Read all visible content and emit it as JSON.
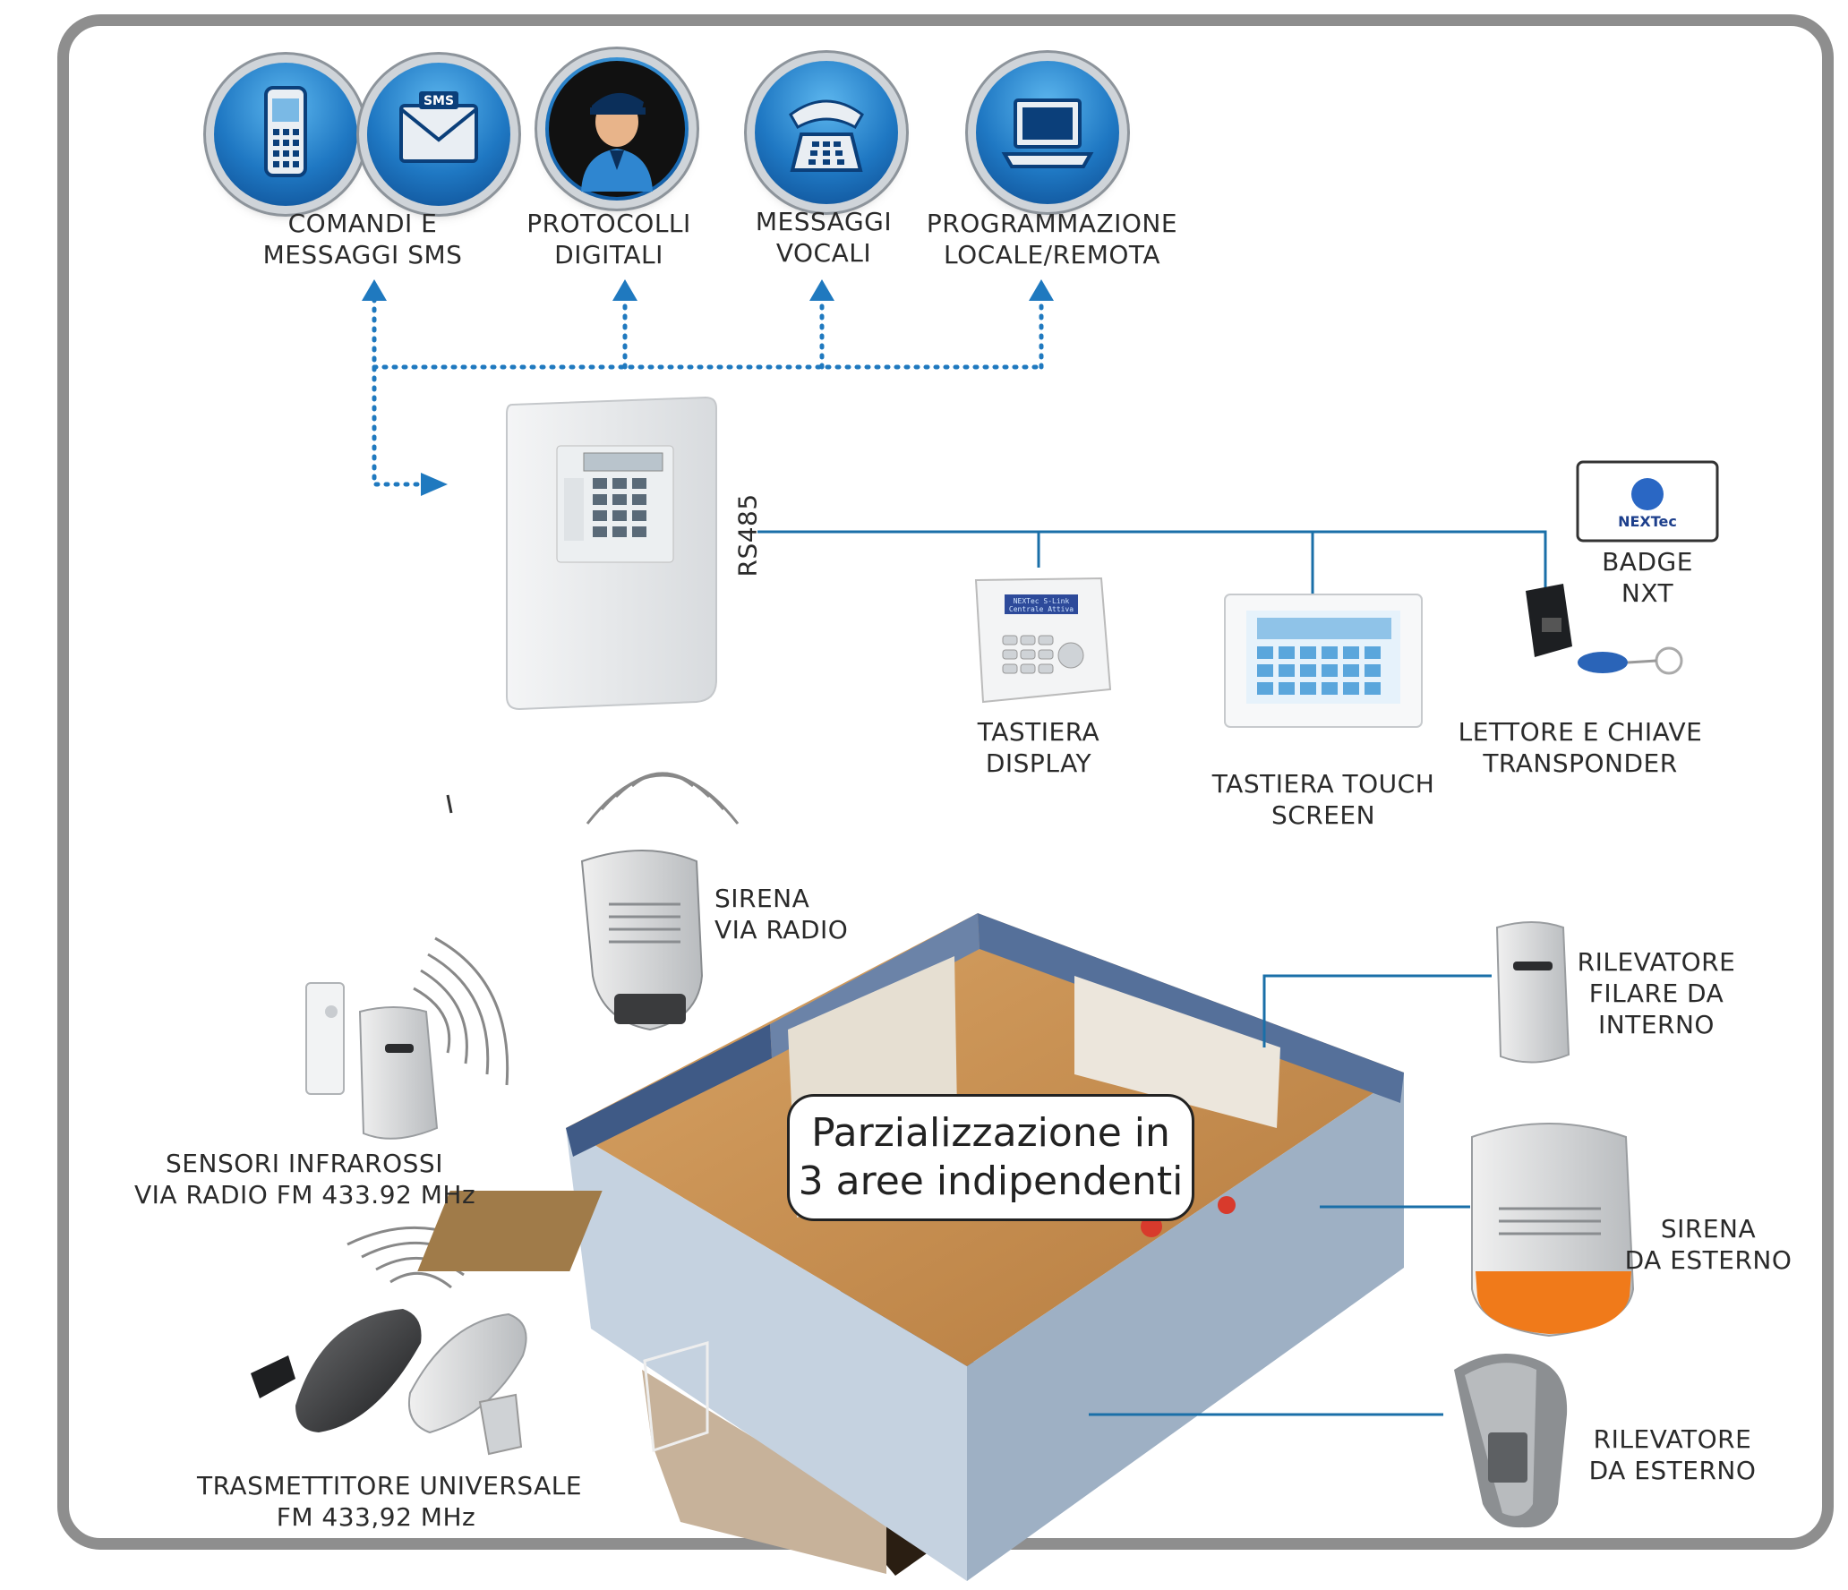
{
  "channels": {
    "sms": {
      "line1": "COMANDI E",
      "line2": "MESSAGGI SMS"
    },
    "digital": {
      "line1": "PROTOCOLLI",
      "line2": "DIGITALI"
    },
    "voice": {
      "line1": "MESSAGGI",
      "line2": "VOCALI"
    },
    "programming": {
      "line1": "PROGRAMMAZIONE",
      "line2": "LOCALE/REMOTA"
    }
  },
  "icons": [
    "mobile-phone-icon",
    "sms-envelope-icon",
    "security-guard-icon",
    "telephone-icon",
    "laptop-icon"
  ],
  "bus": {
    "label": "RS485"
  },
  "devices": {
    "keypad_display": {
      "line1": "TASTIERA",
      "line2": "DISPLAY"
    },
    "keypad_touch": {
      "line1": "TASTIERA TOUCH",
      "line2": "SCREEN"
    },
    "badge": {
      "line1": "BADGE",
      "line2": "NXT",
      "logo": "NEXTec"
    },
    "reader": {
      "line1": "LETTORE E CHIAVE",
      "line2": "TRANSPONDER"
    },
    "keypad_screen": {
      "line1": "NEXTec S-Link",
      "line2": "Centrale Attiva"
    }
  },
  "wireless": {
    "siren_radio": {
      "line1": "SIRENA",
      "line2": "VIA RADIO"
    },
    "ir_sensors": {
      "line1": "SENSORI INFRAROSSI",
      "line2": "VIA RADIO FM 433.92 MHz"
    },
    "transmitter": {
      "line1": "TRASMETTITORE UNIVERSALE",
      "line2": "FM 433,92 MHz"
    }
  },
  "wired": {
    "indoor_detector": {
      "line1": "RILEVATORE",
      "line2": "FILARE DA",
      "line3": "INTERNO"
    },
    "outdoor_siren": {
      "line1": "SIRENA",
      "line2": "DA ESTERNO"
    },
    "outdoor_detector": {
      "line1": "RILEVATORE",
      "line2": "DA ESTERNO"
    }
  },
  "callout": {
    "line1": "Parzializzazione in",
    "line2": "3 aree indipendenti"
  },
  "colors": {
    "accent_blue": "#1f79bf",
    "line_blue": "#1a6fa8",
    "frame_gray": "#8e8e8e",
    "siren_orange": "#f07a1a"
  }
}
